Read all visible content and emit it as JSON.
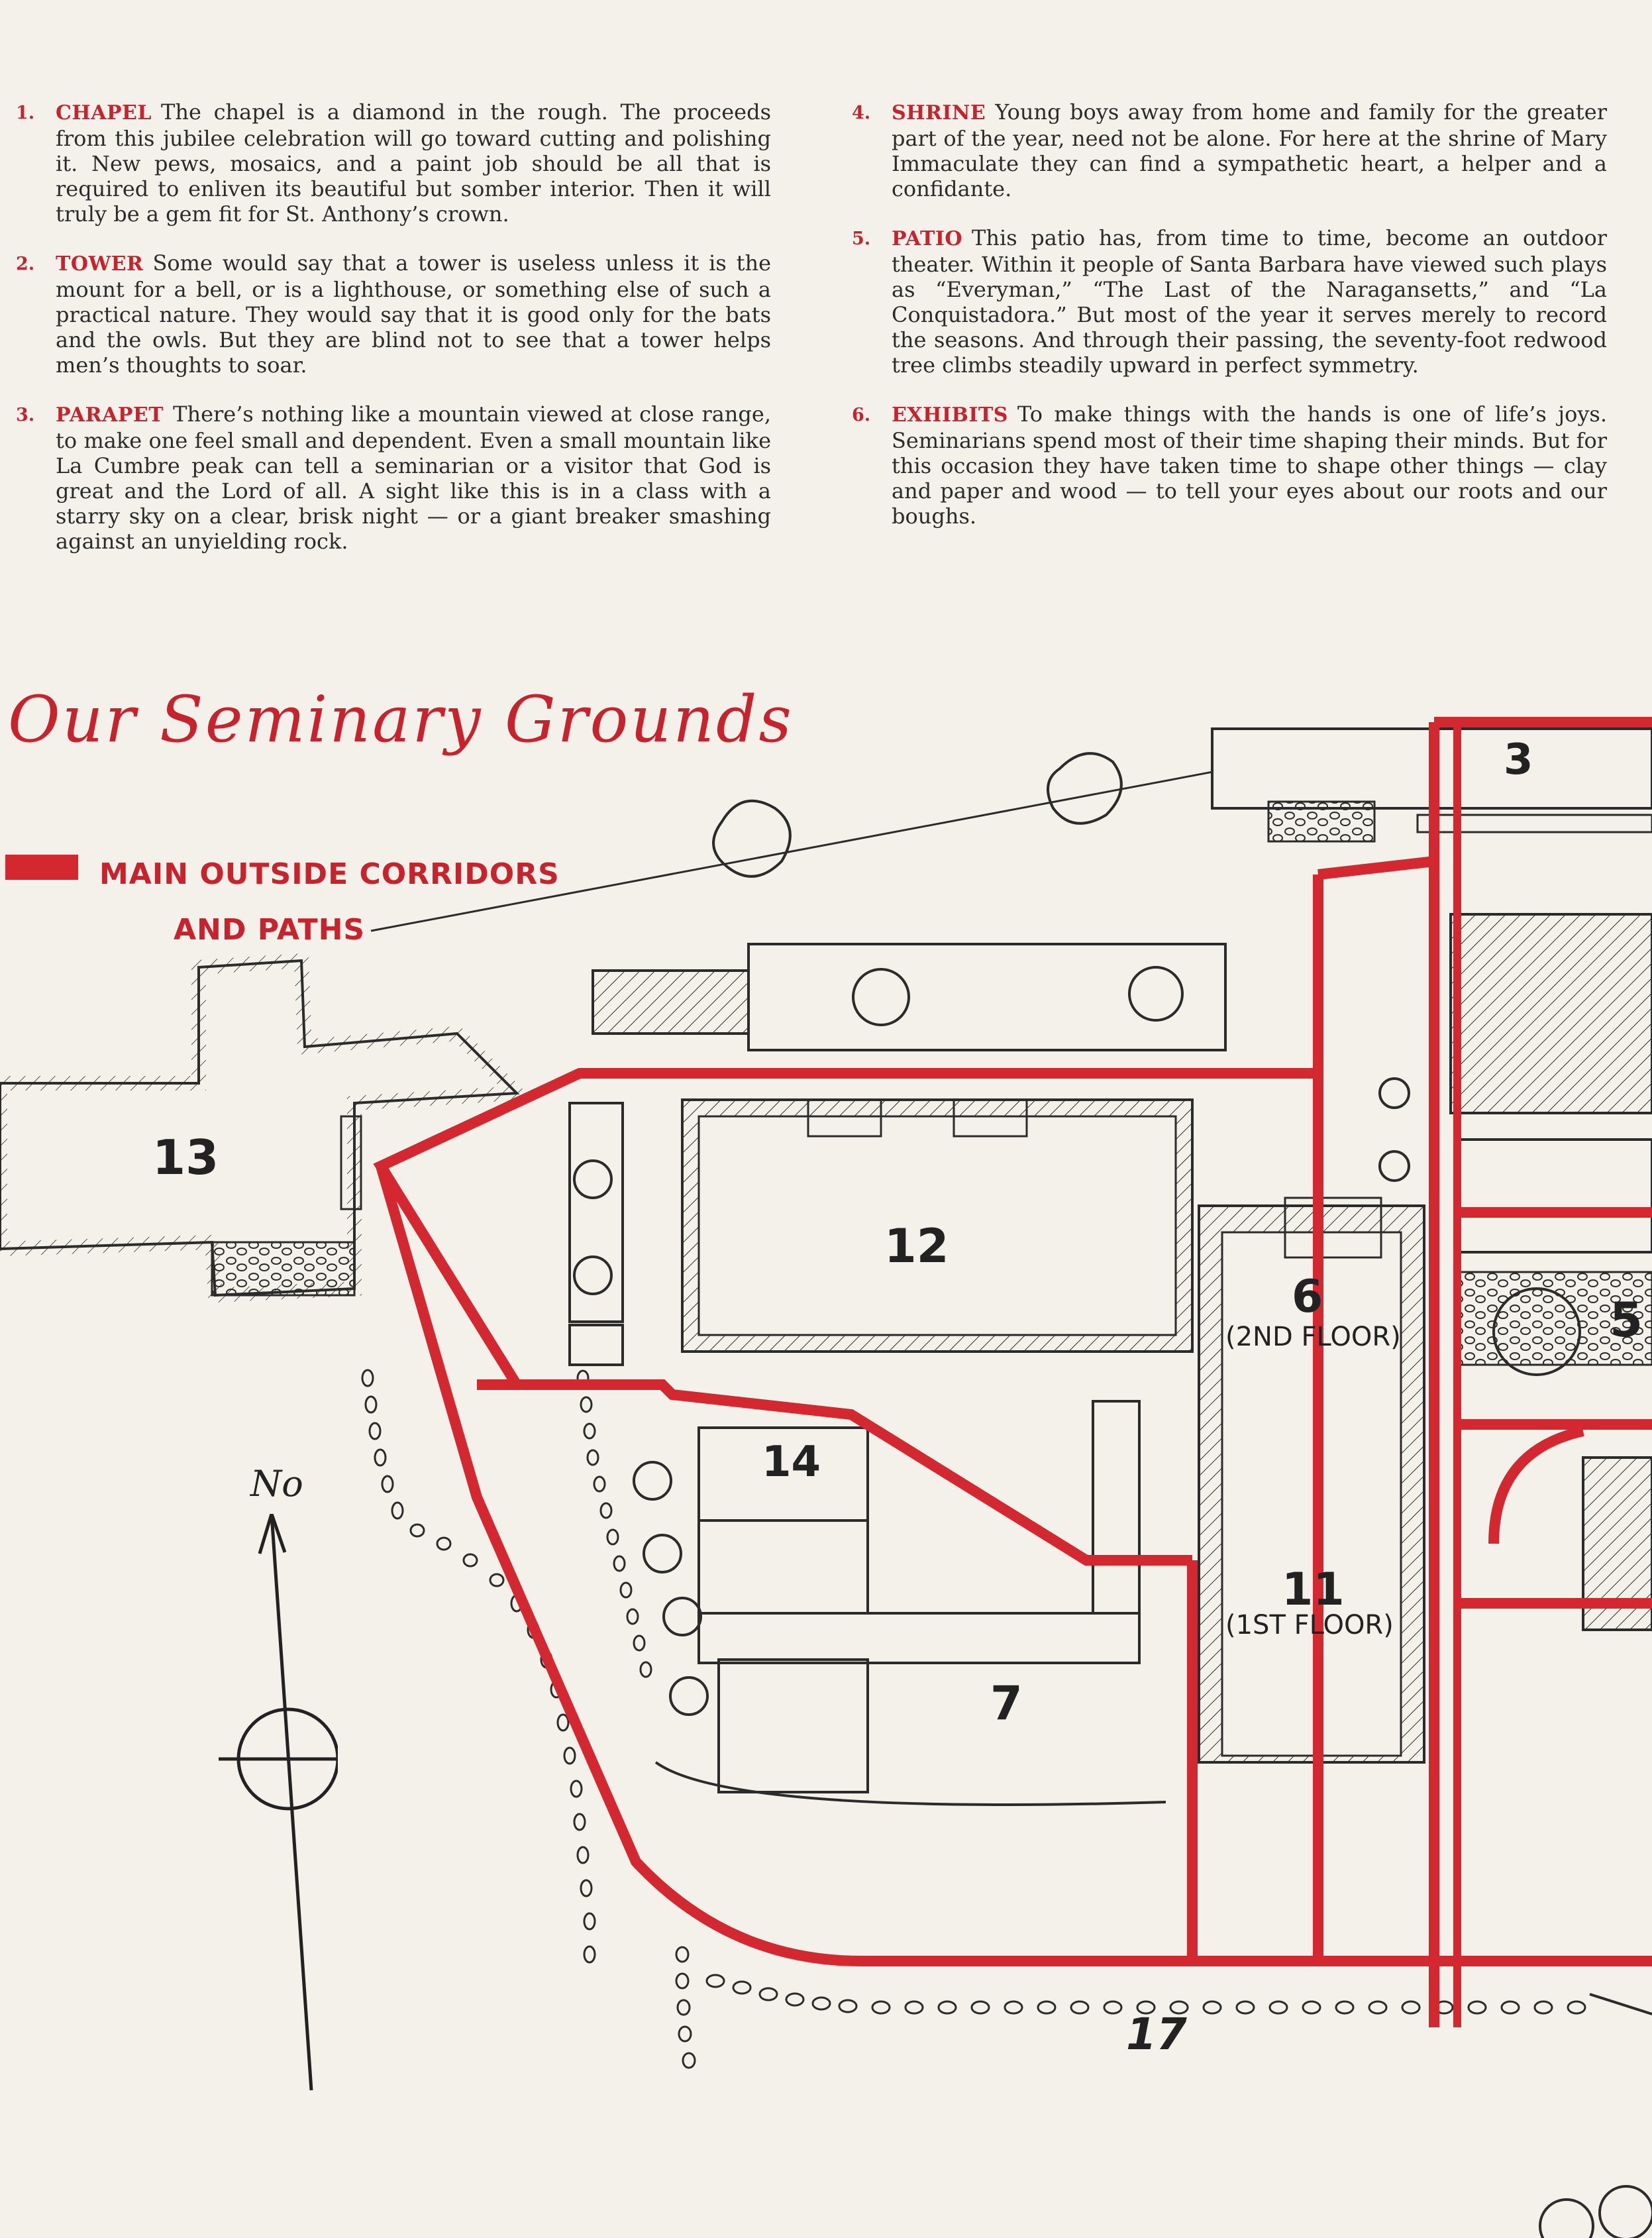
{
  "entries": [
    {
      "num": "1.",
      "head": "CHAPEL",
      "body": "The chapel is a diamond in the rough. The proceeds from this jubilee celebration will go toward cutting and polishing it. New pews, mosaics, and a paint job should be all that is required to enliven its beautiful but somber interior. Then it will truly be a gem fit for St. Anthony’s crown."
    },
    {
      "num": "2.",
      "head": "TOWER",
      "body": "Some would say that a tower is useless unless it is the mount for a bell, or is a lighthouse, or something else of such a practical nature. They would say that it is good only for the bats and the owls. But they are blind not to see that a tower helps men’s thoughts to soar."
    },
    {
      "num": "3.",
      "head": "PARAPET",
      "body": "There’s nothing like a mountain viewed at close range, to make one feel small and dependent. Even a small mountain like La Cumbre peak can tell a seminarian or a visitor that God is great and the Lord of all. A sight like this is in a class with a starry sky on a clear, brisk night — or a giant breaker smashing against an unyielding rock."
    },
    {
      "num": "4.",
      "head": "SHRINE",
      "body": "Young boys away from home and family for the greater part of the year, need not be alone. For here at the shrine of Mary Immaculate they can find a sympathetic heart, a helper and a confidante."
    },
    {
      "num": "5.",
      "head": "PATIO",
      "body": "This patio has, from time to time, become an outdoor theater. Within it people of Santa Barbara have viewed such plays as “Everyman,” “The Last of the Naragansetts,” and “La Conquistadora.” But most of the year it serves merely to record the seasons. And through their passing, the seventy-foot redwood tree climbs steadily upward in perfect symmetry."
    },
    {
      "num": "6.",
      "head": "EXHIBITS",
      "body": "To make things with the hands is one of life’s joys. Seminarians spend most of their time shaping their minds. But for this occasion they have taken time to shape other things — clay and paper and wood — to tell your eyes about our roots and our boughs."
    }
  ],
  "map": {
    "title": "Our Seminary Grounds",
    "legend_line1": "MAIN OUTSIDE CORRIDORS",
    "legend_line2": "AND PATHS",
    "north_label": "No",
    "labels": {
      "l3": "3",
      "l5": "5",
      "l6": "6",
      "l6_floor": "(2ND FLOOR)",
      "l7": "7",
      "l11": "11",
      "l11_floor": "(1ST FLOOR)",
      "l12": "12",
      "l13": "13",
      "l14": "14"
    },
    "colors": {
      "corridor": "#d3282f",
      "ink": "#2b2b2b",
      "paper": "#f3f1ea"
    }
  },
  "page_number": "17"
}
